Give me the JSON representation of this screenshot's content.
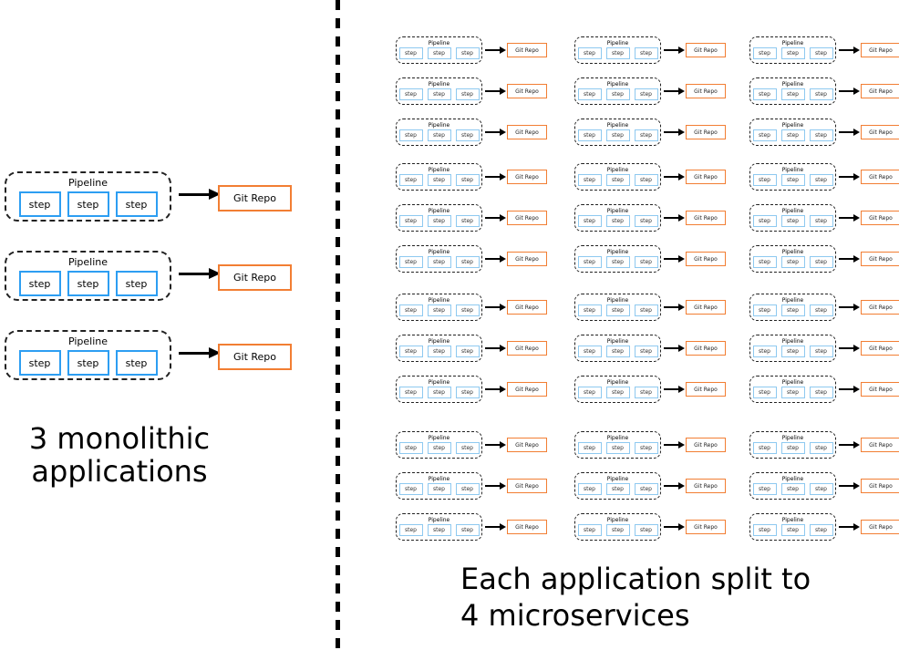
{
  "labels": {
    "pipeline_title": "Pipeline",
    "step": "step",
    "git_repo": "Git Repo"
  },
  "left_panel": {
    "caption_line1": "3 monolithic",
    "caption_line2": "applications",
    "pipeline_count": 3
  },
  "right_panel": {
    "caption_line1": "Each application split to",
    "caption_line2": "4 microservices",
    "columns": 3,
    "rows": 12,
    "row_groups": [
      3,
      3,
      3,
      3
    ],
    "pipeline_count": 36
  },
  "colors": {
    "step_border_large": "#2d9ef2",
    "step_border_small": "#8ec9f0",
    "repo_border": "#f27e33",
    "pipeline_border": "#222222",
    "arrow": "#000000",
    "divider": "#000000",
    "text": "#000000"
  }
}
